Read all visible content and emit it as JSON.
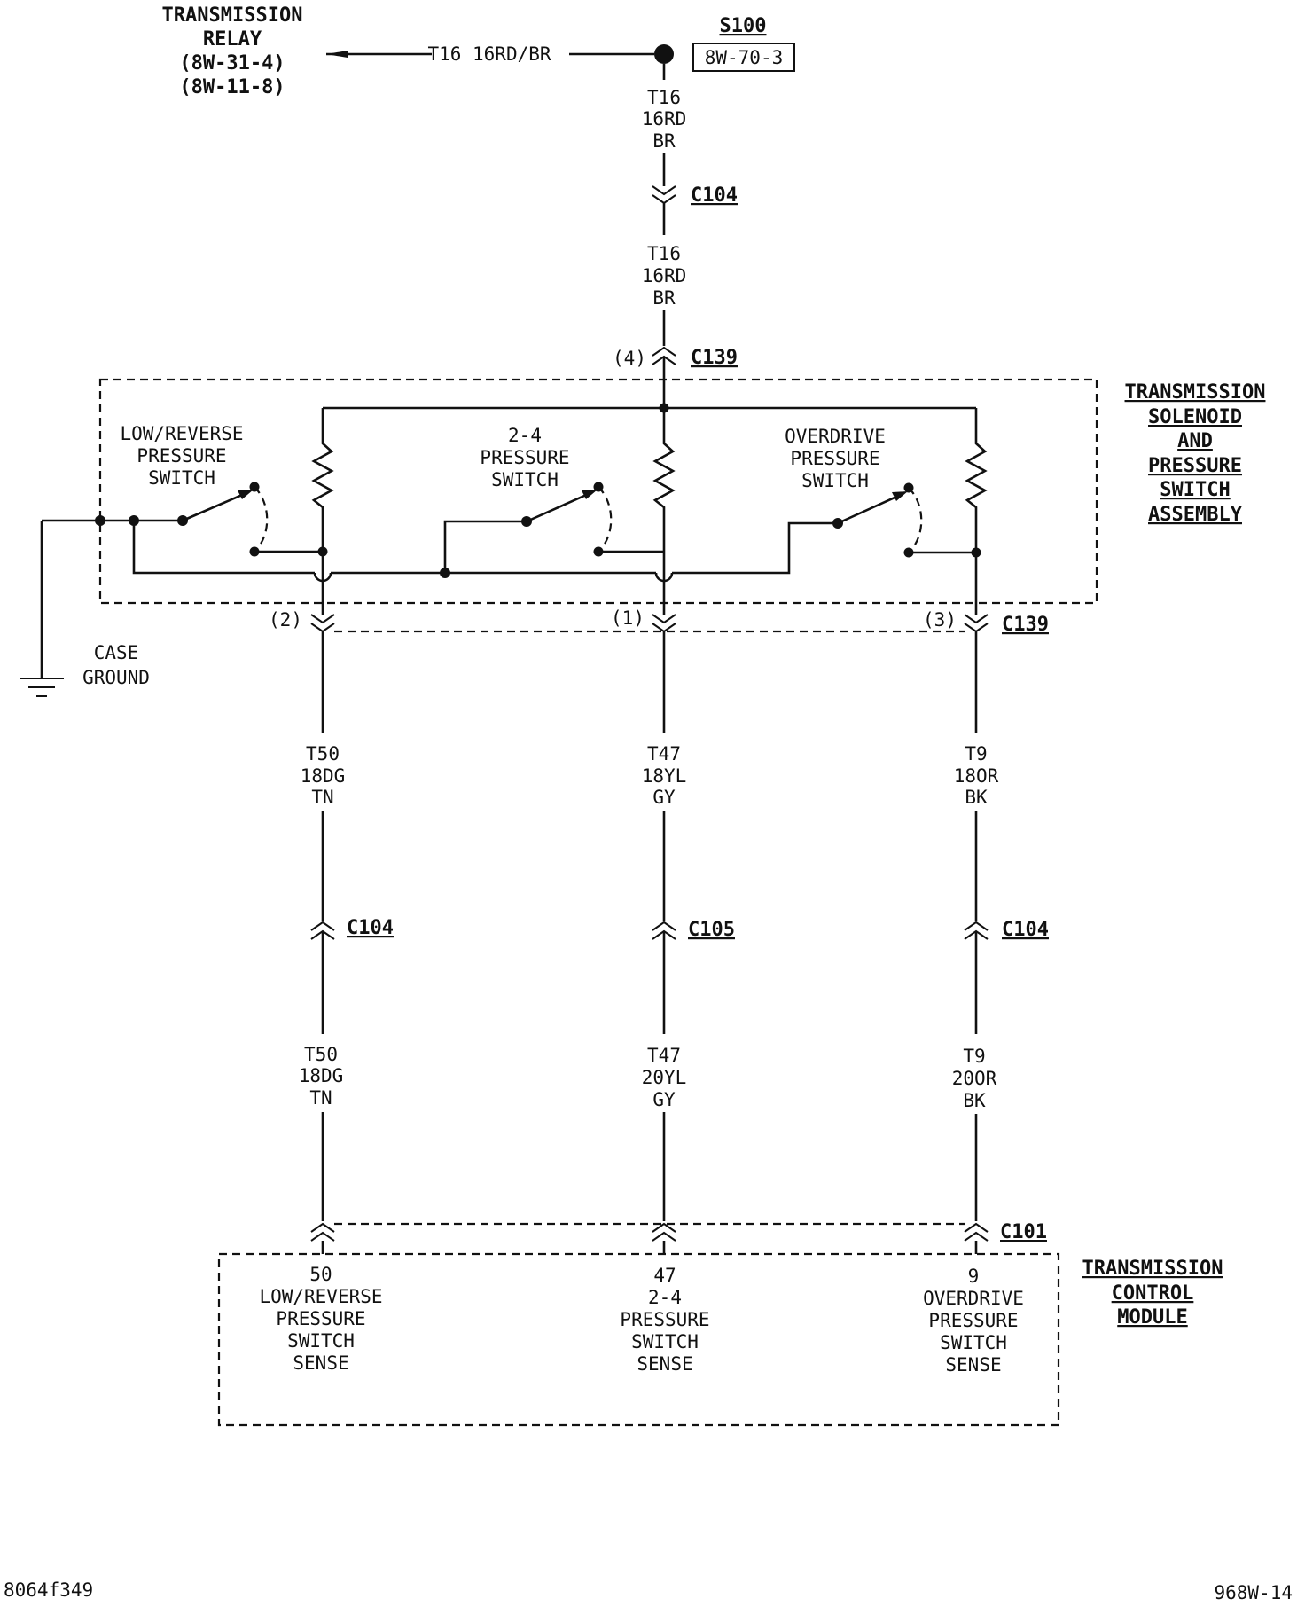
{
  "relay": {
    "title_line1": "TRANSMISSION",
    "title_line2": "RELAY",
    "ref1": "(8W-31-4)",
    "ref2": "(8W-11-8)",
    "wire_label": "T16 16RD/BR"
  },
  "splice": {
    "name": "S100",
    "ref": "8W-70-3"
  },
  "wire_t16_a": {
    "line1": "T16",
    "line2": "16RD",
    "line3": "BR"
  },
  "conn_c104_top": "C104",
  "wire_t16_b": {
    "line1": "T16",
    "line2": "16RD",
    "line3": "BR"
  },
  "conn_c139_top": {
    "name": "C139",
    "pin": "(4)"
  },
  "assembly": {
    "line1": "TRANSMISSION",
    "line2": "SOLENOID",
    "line3": "AND",
    "line4": "PRESSURE",
    "line5": "SWITCH",
    "line6": "ASSEMBLY"
  },
  "switches": [
    {
      "line1": "LOW/REVERSE",
      "line2": "PRESSURE",
      "line3": "SWITCH"
    },
    {
      "line1": "2-4",
      "line2": "PRESSURE",
      "line3": "SWITCH"
    },
    {
      "line1": "OVERDRIVE",
      "line2": "PRESSURE",
      "line3": "SWITCH"
    }
  ],
  "ground": {
    "line1": "CASE",
    "line2": "GROUND"
  },
  "conn_c139_bottom": {
    "name": "C139",
    "pin_left": "(2)",
    "pin_mid": "(1)",
    "pin_right": "(3)"
  },
  "upper_wires": [
    {
      "line1": "T50",
      "line2": "18DG",
      "line3": "TN"
    },
    {
      "line1": "T47",
      "line2": "18YL",
      "line3": "GY"
    },
    {
      "line1": "T9",
      "line2": "18OR",
      "line3": "BK"
    }
  ],
  "mid_connectors": [
    "C104",
    "C105",
    "C104"
  ],
  "lower_wires": [
    {
      "line1": "T50",
      "line2": "18DG",
      "line3": "TN"
    },
    {
      "line1": "T47",
      "line2": "20YL",
      "line3": "GY"
    },
    {
      "line1": "T9",
      "line2": "20OR",
      "line3": "BK"
    }
  ],
  "conn_c101": "C101",
  "module": {
    "line1": "TRANSMISSION",
    "line2": "CONTROL",
    "line3": "MODULE",
    "pins": [
      {
        "pin": "50",
        "line1": "LOW/REVERSE",
        "line2": "PRESSURE",
        "line3": "SWITCH",
        "line4": "SENSE"
      },
      {
        "pin": "47",
        "line1": "2-4",
        "line2": "PRESSURE",
        "line3": "SWITCH",
        "line4": "SENSE"
      },
      {
        "pin": "9",
        "line1": "OVERDRIVE",
        "line2": "PRESSURE",
        "line3": "SWITCH",
        "line4": "SENSE"
      }
    ]
  },
  "footer": {
    "left": "8064f349",
    "right": "968W-14"
  }
}
